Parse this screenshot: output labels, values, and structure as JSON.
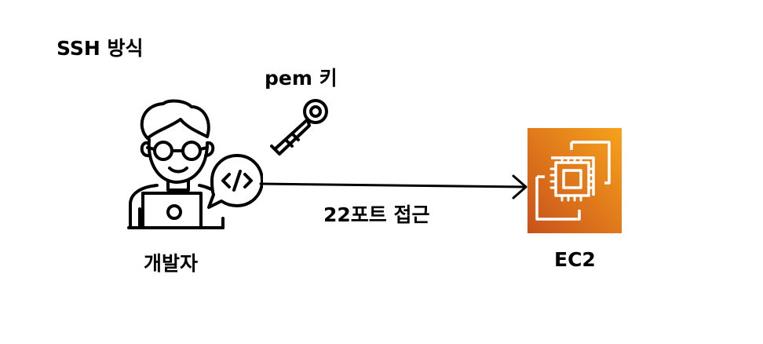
{
  "title": "SSH 방식",
  "key": {
    "label": "pem 키",
    "icon": "key-icon"
  },
  "connection": {
    "label": "22포트 접근",
    "icon": "arrow-icon"
  },
  "developer": {
    "label": "개발자",
    "icon": "developer-icon"
  },
  "server": {
    "label": "EC2",
    "icon": "aws-ec2-icon"
  },
  "colors": {
    "text": "#000000",
    "ec2_gradient_top": "#f7a21b",
    "ec2_gradient_bottom": "#c8511b",
    "ec2_line": "#ffffff"
  }
}
